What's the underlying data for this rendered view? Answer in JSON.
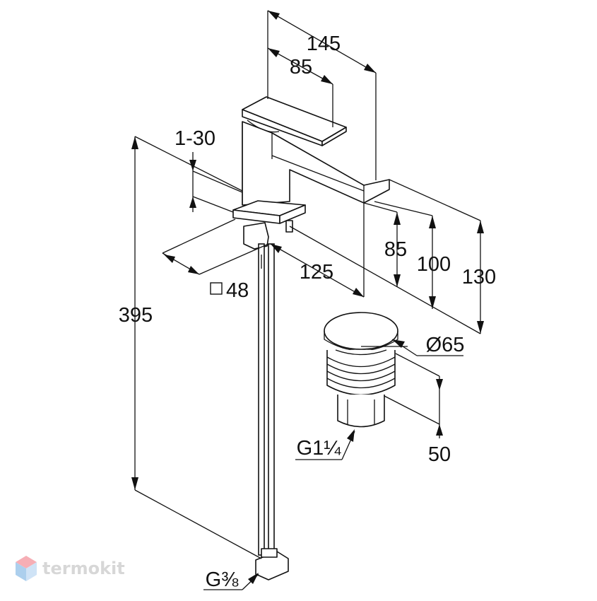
{
  "dimensions": {
    "d145": "145",
    "d85_top": "85",
    "d1_30": "1-30",
    "d85_side": "85",
    "d100": "100",
    "d130": "130",
    "d125": "125",
    "sq48": "48",
    "d395": "395",
    "dia65": "Ø65",
    "d50": "50",
    "g114": "G1¼",
    "g38": "G⅜"
  },
  "watermark": {
    "text": "termokit",
    "hex_colors": [
      "#ef6d7a",
      "#f6b3ba",
      "#6aa8e0",
      "#a8cdf0"
    ]
  }
}
